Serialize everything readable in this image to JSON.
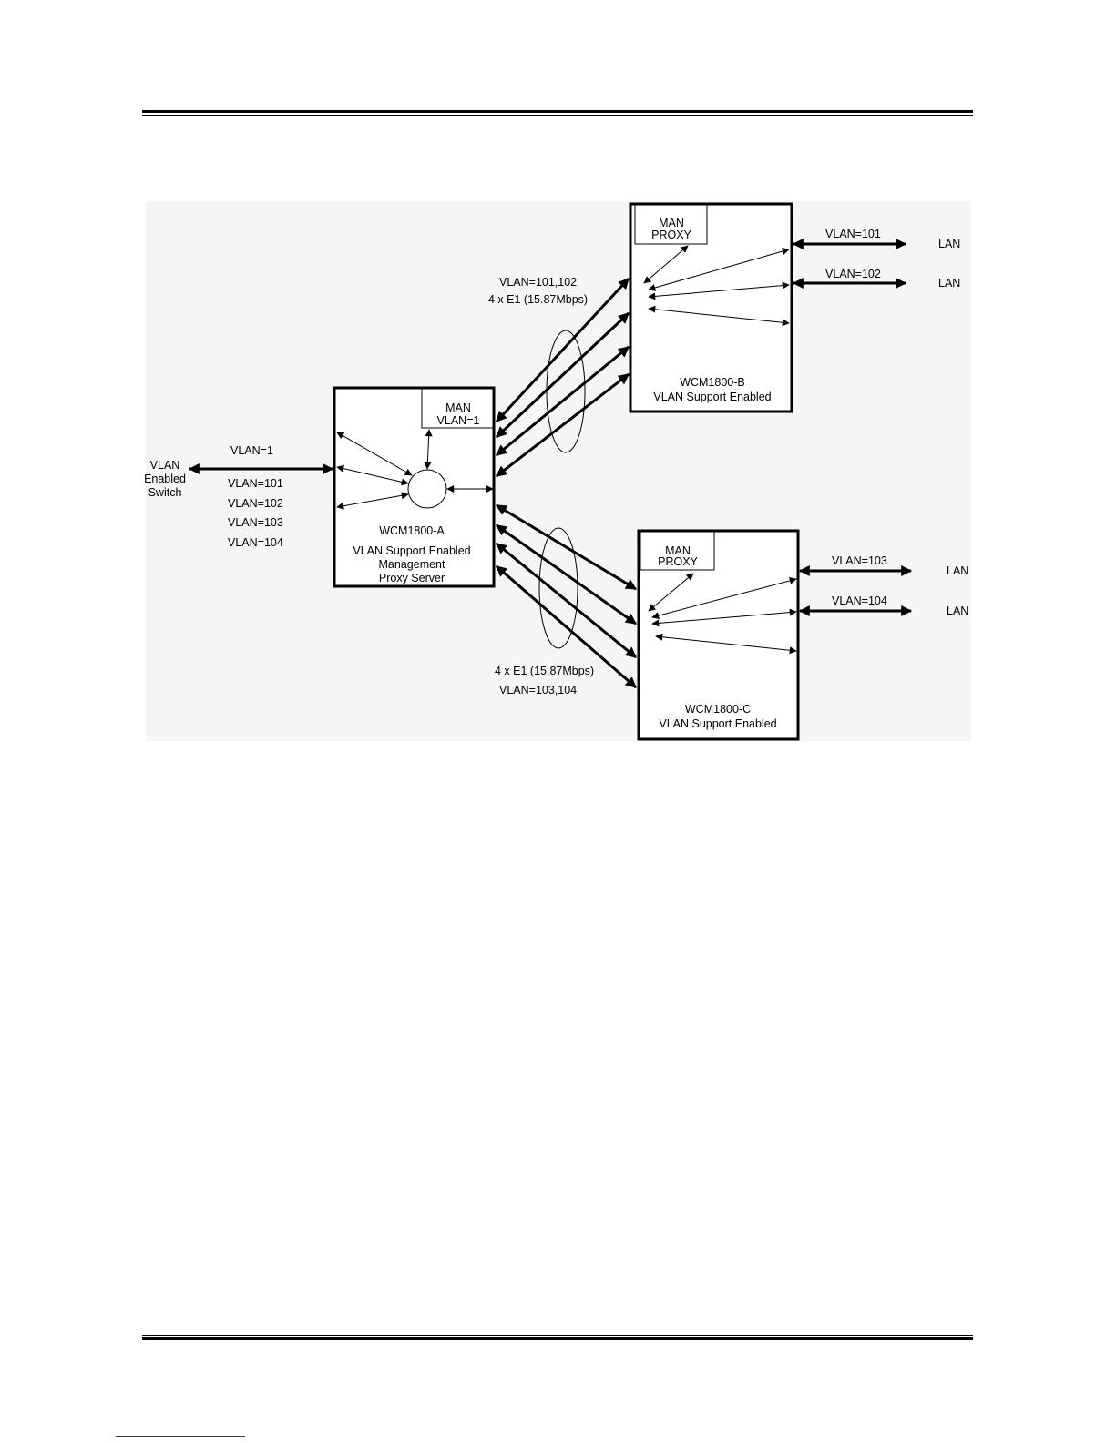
{
  "diagram": {
    "switch_label": [
      "VLAN",
      "Enabled",
      "Switch"
    ],
    "trunk_vlan_top": "VLAN=1",
    "trunk_vlans": [
      "VLAN=101",
      "VLAN=102",
      "VLAN=103",
      "VLAN=104"
    ],
    "node_a": {
      "man_label": [
        "MAN",
        "VLAN=1"
      ],
      "name": "WCM1800-A",
      "desc": [
        "VLAN Support Enabled",
        "Management",
        "Proxy Server"
      ]
    },
    "node_b": {
      "man_label": [
        "MAN",
        "PROXY"
      ],
      "name": "WCM1800-B",
      "desc": [
        "VLAN Support Enabled"
      ],
      "ports": [
        {
          "vlan": "VLAN=101",
          "dest": "LAN"
        },
        {
          "vlan": "VLAN=102",
          "dest": "LAN"
        }
      ]
    },
    "node_c": {
      "man_label": [
        "MAN",
        "PROXY"
      ],
      "name": "WCM1800-C",
      "desc": [
        "VLAN Support Enabled"
      ],
      "ports": [
        {
          "vlan": "VLAN=103",
          "dest": "LAN"
        },
        {
          "vlan": "VLAN=104",
          "dest": "LAN"
        }
      ]
    },
    "link_ab": {
      "vlans": "VLAN=101,102",
      "bundle": "4 x E1 (15.87Mbps)"
    },
    "link_ac": {
      "bundle": "4 x E1 (15.87Mbps)",
      "vlans": "VLAN=103,104"
    }
  }
}
